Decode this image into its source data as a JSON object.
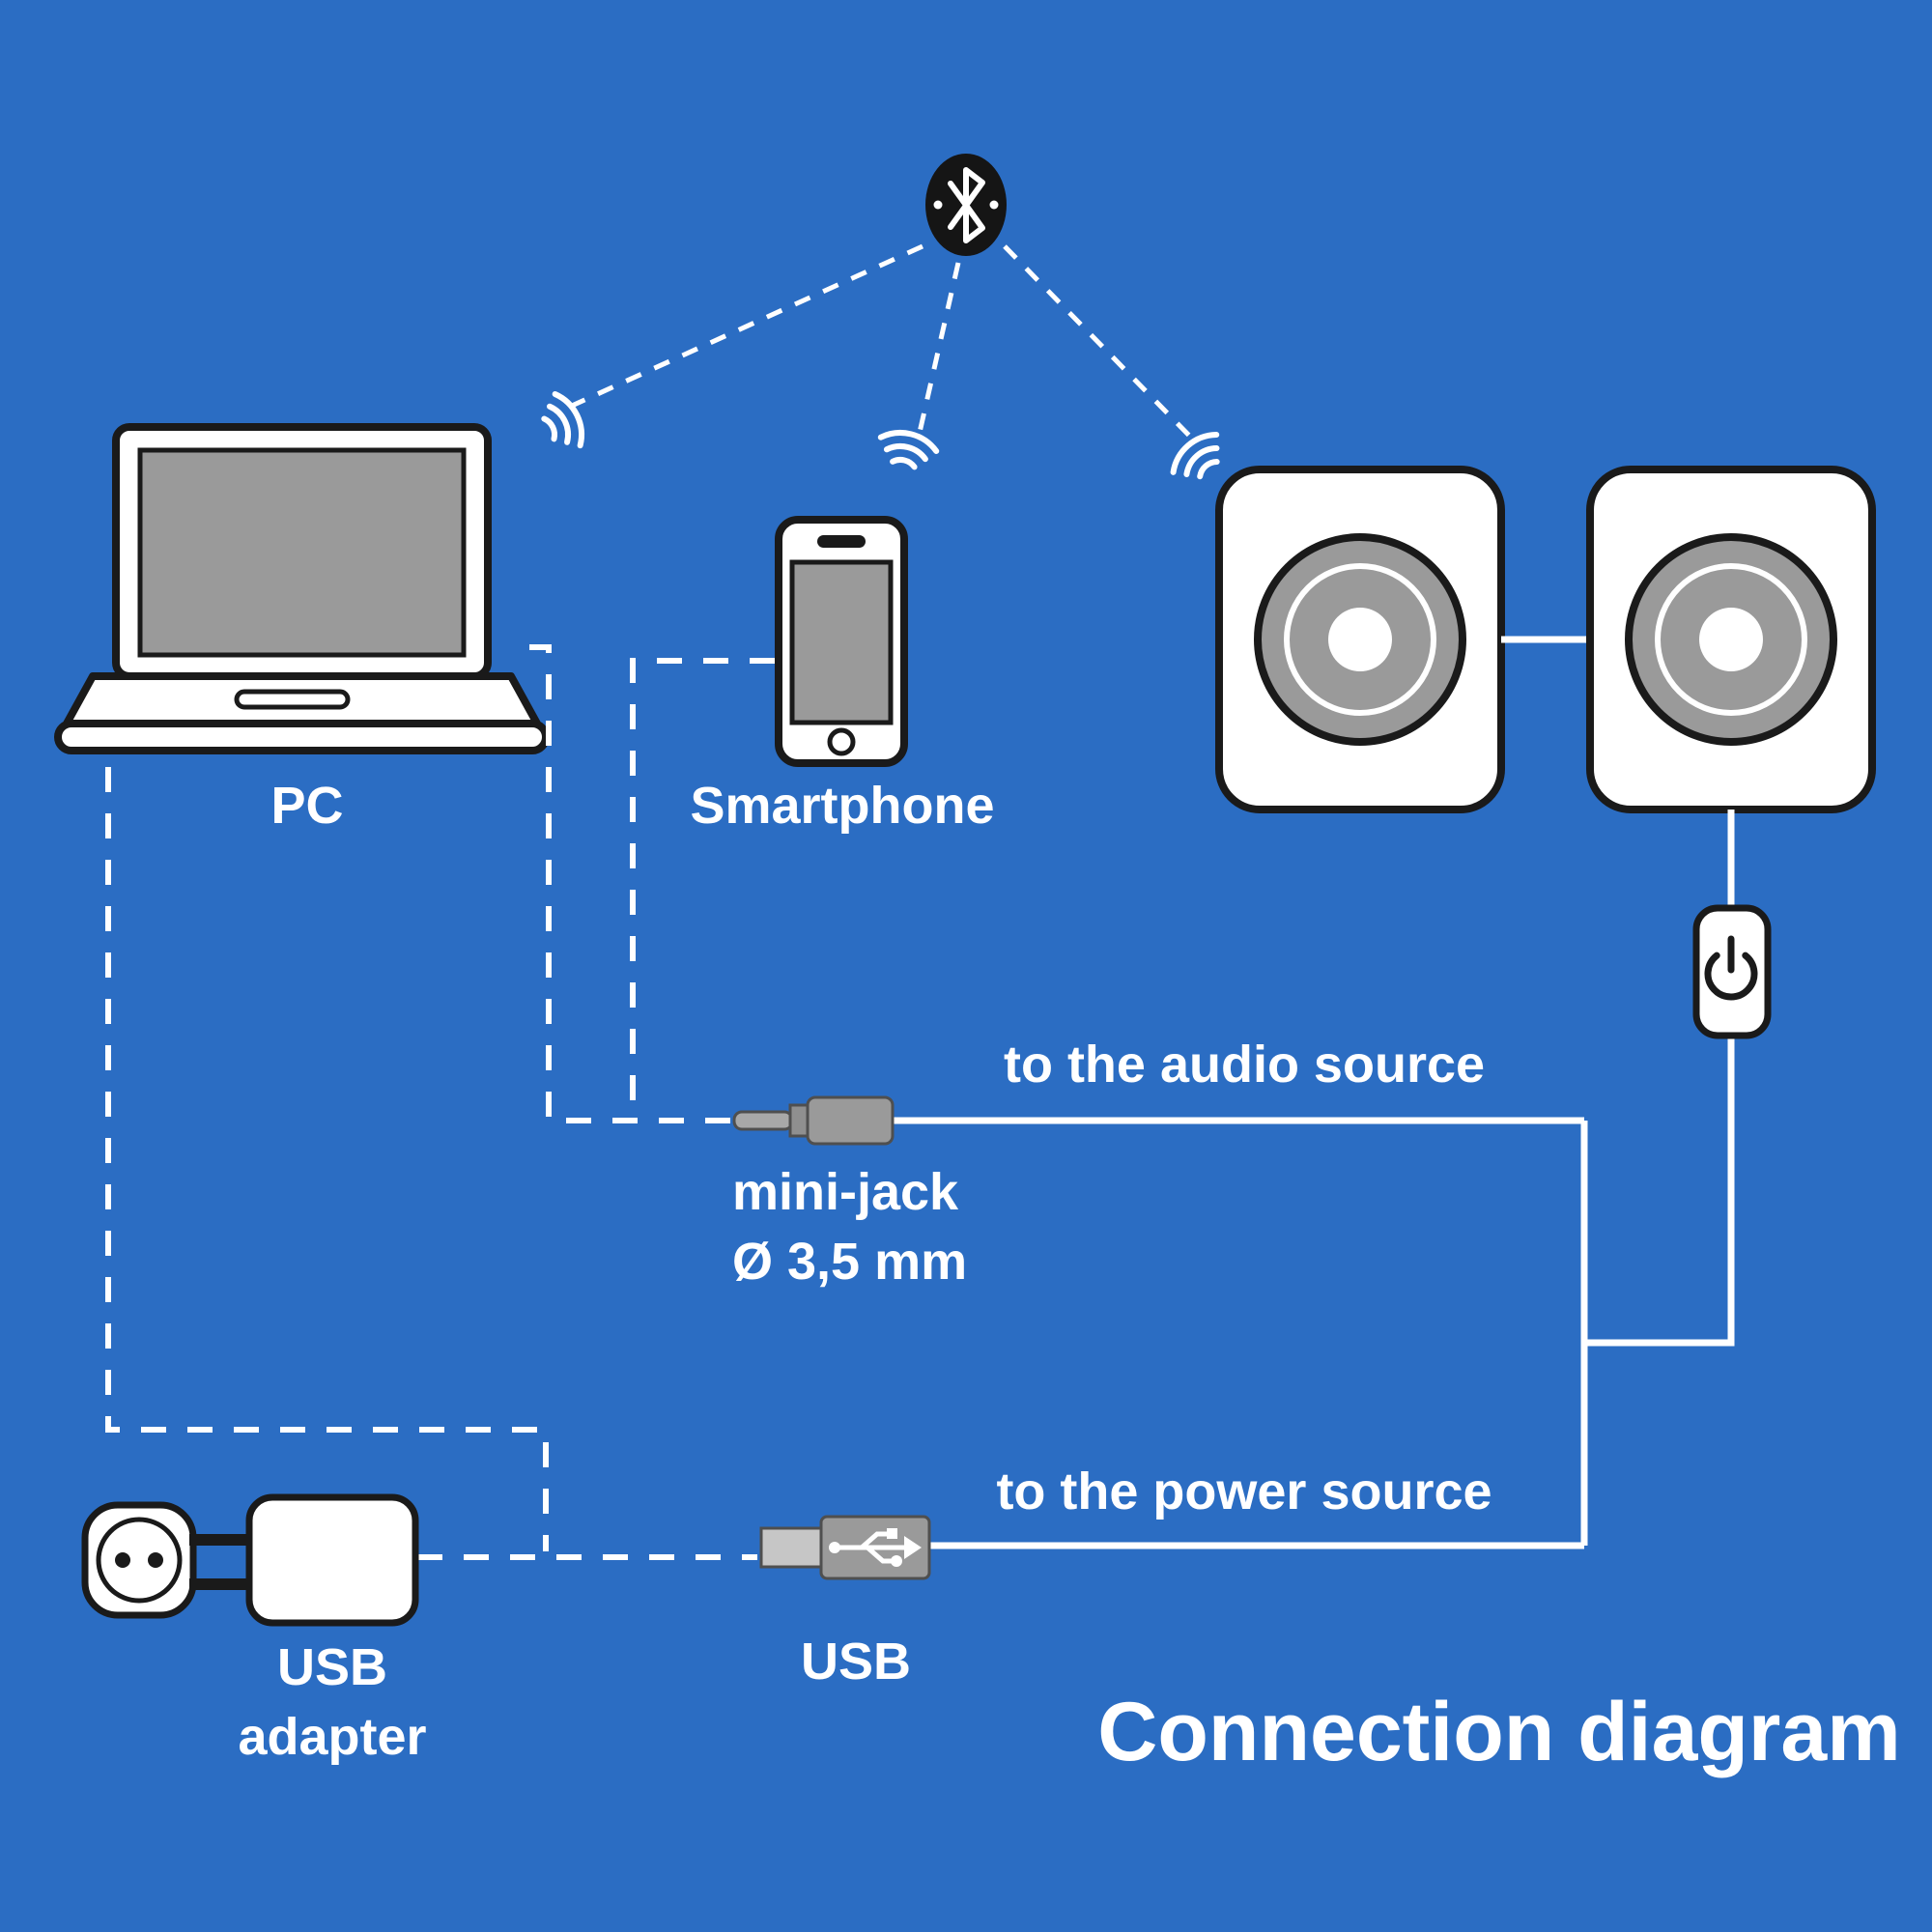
{
  "title": "Connection diagram",
  "colors": {
    "background": "#2b6dc3",
    "line": "#ffffff",
    "outline": "#1a1a1a",
    "device_gray": "#9a9a9a",
    "connector_gray": "#9a9a9a",
    "metal_gray": "#c6c6c6",
    "bluetooth_black": "#151515"
  },
  "labels": {
    "pc": "PC",
    "smartphone": "Smartphone",
    "audio_source": "to the audio source",
    "minijack_line1": "mini-jack",
    "minijack_line2": "Ø 3,5 mm",
    "power_source": "to the power source",
    "usb": "USB",
    "usb_adapter_line1": "USB",
    "usb_adapter_line2": "adapter"
  },
  "icons": {
    "bluetooth": "bluetooth-icon",
    "power": "power-button-icon",
    "usb_symbol": "usb-trident-icon",
    "signal": "signal-waves-icon"
  }
}
